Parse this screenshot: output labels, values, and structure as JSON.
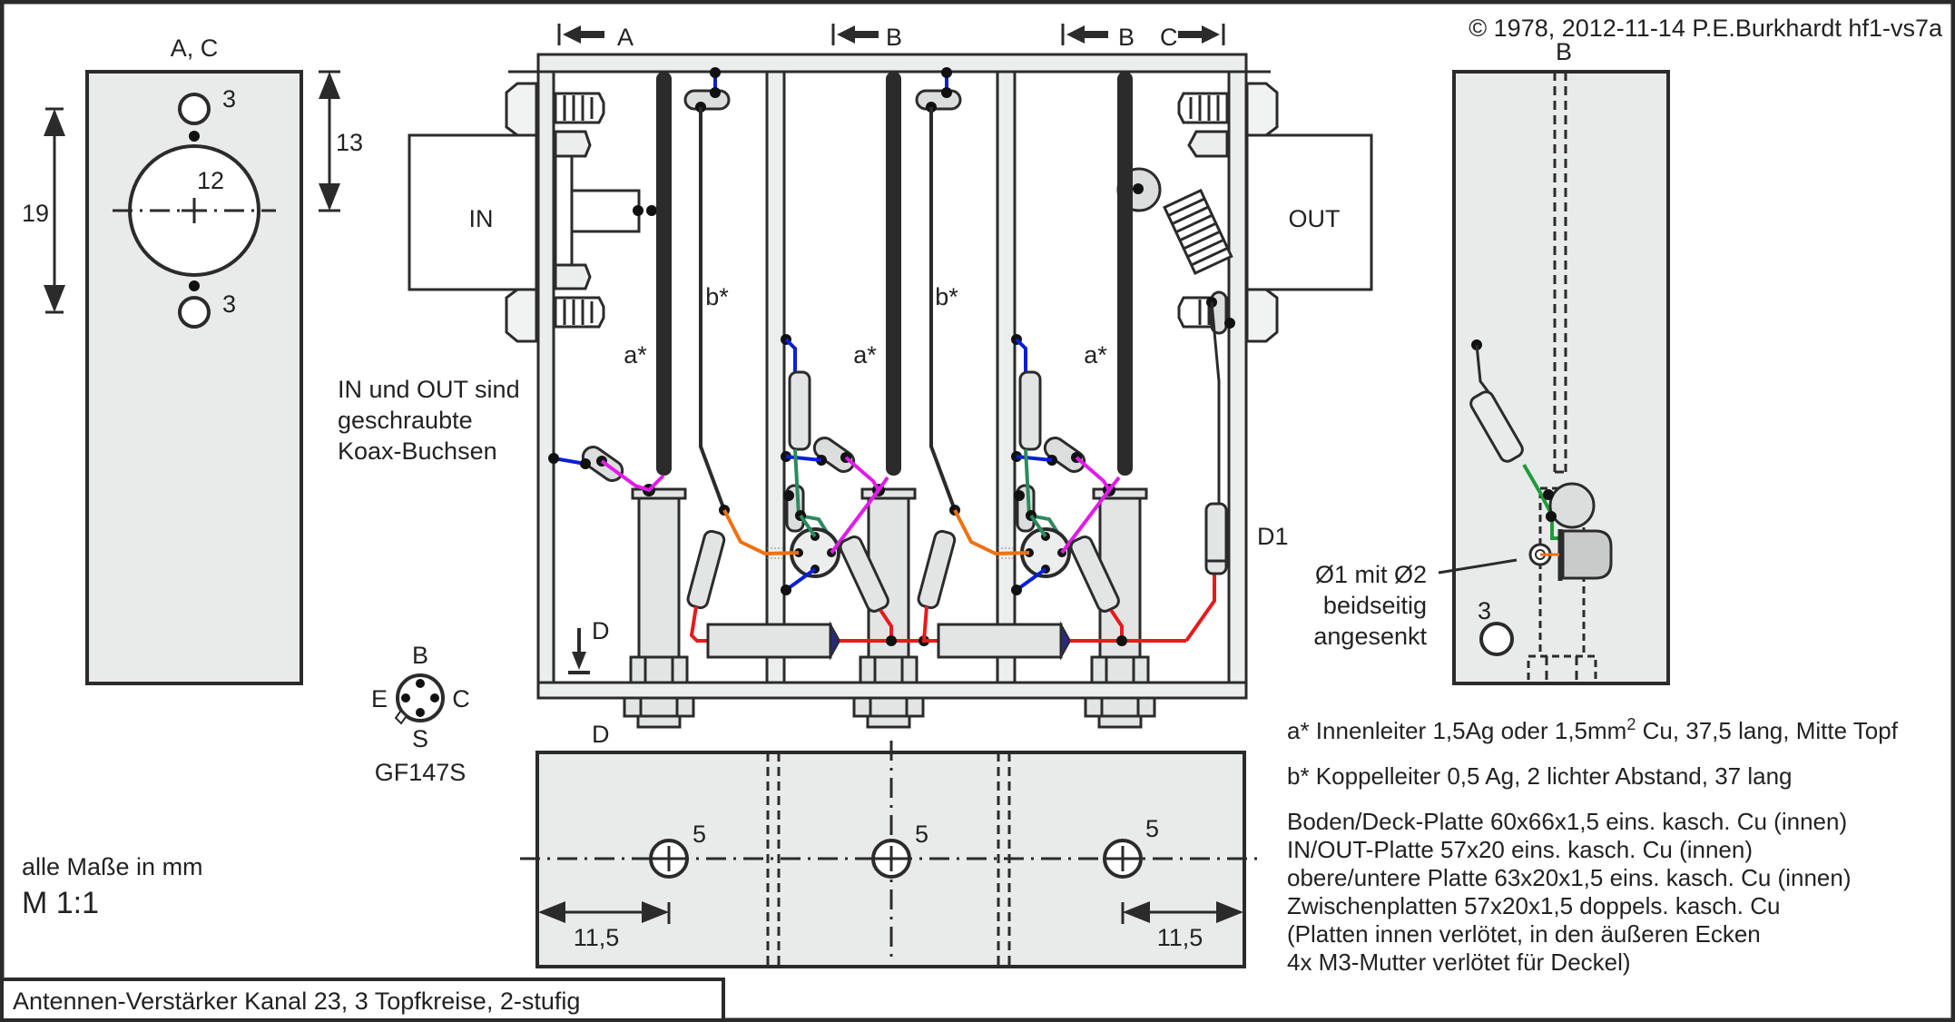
{
  "copyright": "© 1978, 2012-11-14 P.E.Burkhardt hf1-vs7a",
  "title_block": "Antennen-Verstärker Kanal 23, 3 Topfkreise, 2-stufig",
  "scale_note": {
    "units": "alle Maße in mm",
    "scale": "M 1:1"
  },
  "view_ac": {
    "label": "A, C",
    "hole_small_top": "3",
    "hole_small_bottom": "3",
    "hole_large": "12",
    "dim_height": "13",
    "dim_spacing": "19"
  },
  "view_b": {
    "label": "B",
    "hole_label": "3",
    "annotation_line1": "Ø1 mit Ø2",
    "annotation_line2": "beidseitig",
    "annotation_line3": "angesenkt"
  },
  "section_markers": {
    "a_left": "A",
    "b_mid": "B",
    "b_right": "B",
    "c_right": "C",
    "d_arrow": "D"
  },
  "main_view": {
    "in_label": "IN",
    "out_label": "OUT",
    "inner_conductor_label": "a*",
    "coupling_conductor_label": "b*",
    "diode_label": "D1",
    "connector_note_line1": "IN und OUT sind",
    "connector_note_line2": "geschraubte",
    "connector_note_line3": "Koax-Buchsen"
  },
  "transistor": {
    "pin_b": "B",
    "pin_e": "E",
    "pin_c": "C",
    "pin_s": "S",
    "type": "GF147S"
  },
  "view_d": {
    "label": "D",
    "hole_diam_1": "5",
    "hole_diam_2": "5",
    "hole_diam_3": "5",
    "dim_left": "11,5",
    "dim_right": "11,5"
  },
  "notes": {
    "a_prefix": "a* Innenleiter 1,5Ag oder 1,5mm",
    "a_sup": "2",
    "a_suffix": " Cu, 37,5 lang, Mitte Topf",
    "b": "b* Koppelleiter 0,5 Ag, 2 lichter Abstand, 37 lang",
    "plates": [
      "Boden/Deck-Platte 60x66x1,5 eins. kasch. Cu (innen)",
      "IN/OUT-Platte 57x20 eins. kasch. Cu (innen)",
      "obere/untere Platte 63x20x1,5 eins. kasch. Cu (innen)",
      "Zwischenplatten 57x20x1,5 doppels. kasch. Cu",
      "(Platten innen verlötet, in den äußeren Ecken",
      "4x M3-Mutter verlötet für Deckel)"
    ]
  },
  "colors": {
    "outline": "#2b2b2b",
    "plate_fill": "#e9ebea",
    "wire_blue": "#0b1fd8",
    "wire_magenta": "#e21be8",
    "wire_green": "#2d8a5e",
    "wire_orange": "#f07010",
    "wire_red": "#e81a1a"
  }
}
